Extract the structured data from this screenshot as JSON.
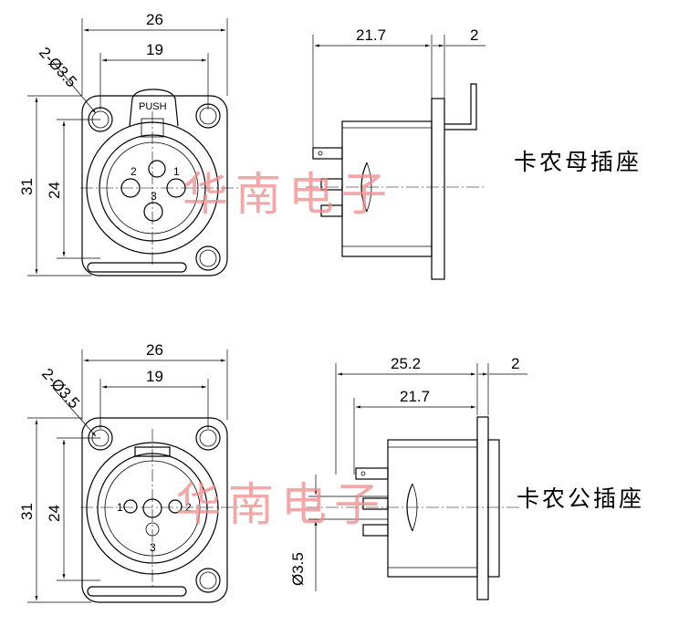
{
  "watermark": "华南电子",
  "female": {
    "title": "卡农母插座",
    "front": {
      "width_label": "26",
      "inner_width_label": "19",
      "hole_label": "2-Ø3.5",
      "height_label": "31",
      "inner_height_label": "24",
      "push_label": "PUSH",
      "pins": [
        "1",
        "2",
        "3"
      ]
    },
    "side": {
      "depth_label": "21.7",
      "flange_label": "2"
    }
  },
  "male": {
    "title": "卡农公插座",
    "front": {
      "width_label": "26",
      "inner_width_label": "19",
      "hole_label": "2-Ø3.5",
      "height_label": "31",
      "inner_height_label": "24",
      "pins": [
        "1",
        "2",
        "3"
      ]
    },
    "side": {
      "overall_label": "25.2",
      "depth_label": "21.7",
      "flange_label": "2",
      "pin_dia_label": "Ø3.5"
    }
  }
}
